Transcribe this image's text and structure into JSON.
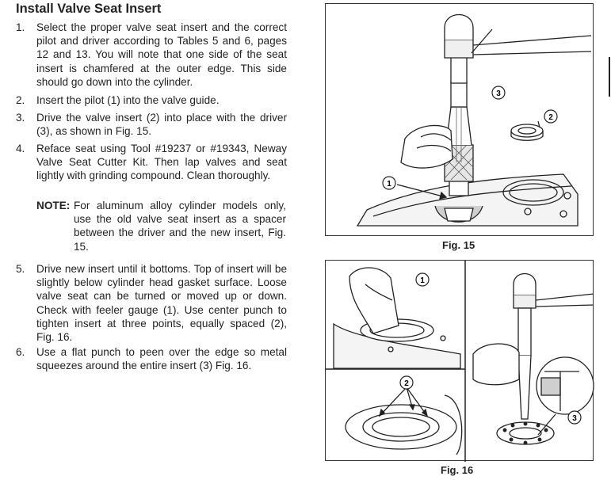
{
  "title": "Install Valve Seat Insert",
  "steps": [
    {
      "num": "1.",
      "text": "Select the proper valve seat insert and the correct pilot and driver according to Tables 5 and 6, pages 12 and 13. You will note that one side of the seat insert is chamfered at the outer edge. This side should go down into the cylinder."
    },
    {
      "num": "2.",
      "text": "Insert the pilot (1) into the valve guide."
    },
    {
      "num": "3.",
      "text": "Drive the valve insert (2) into place with the driver (3), as shown in Fig. 15."
    },
    {
      "num": "4.",
      "text": "Reface seat using Tool #19237 or #19343, Neway Valve Seat Cutter Kit. Then lap valves and seat lightly with grinding compound. Clean thoroughly."
    },
    {
      "num": "5.",
      "text": "Drive new insert until it bottoms. Top of insert will be slightly below cylinder head gasket surface. Loose valve seat can be turned or moved up or down. Check with feeler gauge (1). Use center punch to tighten insert at three points, equally spaced (2), Fig. 16."
    },
    {
      "num": "6.",
      "text": "Use a flat punch to peen over the edge so metal squeezes around the entire insert (3) Fig. 16."
    }
  ],
  "note": {
    "label": "NOTE:",
    "text": "For aluminum alloy cylinder models only, use the old valve seat insert as a spacer between the driver and the new insert, Fig. 15."
  },
  "figures": {
    "fig15": {
      "caption": "Fig. 15",
      "callouts": [
        "1",
        "2",
        "3"
      ]
    },
    "fig16": {
      "caption": "Fig. 16",
      "callouts_top_left": [
        "1"
      ],
      "callouts_bottom_left": [
        "2"
      ],
      "callouts_right": [
        "3"
      ]
    }
  }
}
